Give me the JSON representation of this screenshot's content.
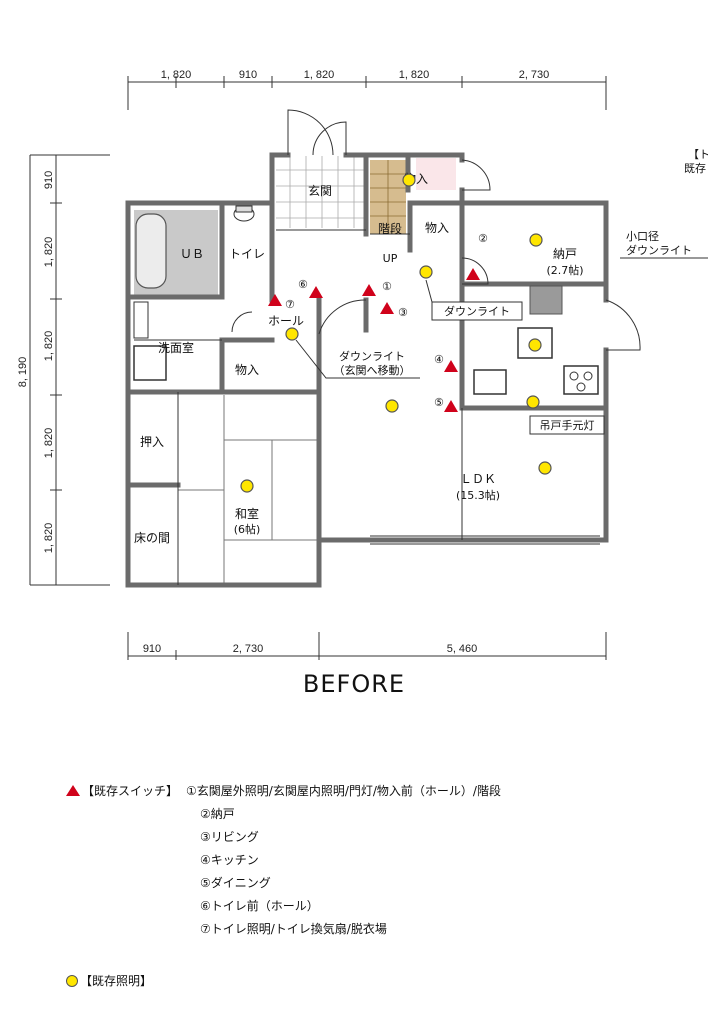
{
  "dimensions": {
    "top": [
      "1, 820",
      "910",
      "1, 820",
      "1, 820",
      "2, 730"
    ],
    "bottom": [
      "910",
      "2, 730",
      "5, 460"
    ],
    "left": [
      "910",
      "1, 820",
      "1, 820",
      "1, 820",
      "1, 820"
    ],
    "total": "8, 190"
  },
  "rooms": {
    "genkan": "玄関",
    "monoire_top": "物入",
    "kaidan": "階段",
    "up": "UP",
    "monoire_mid": "物入",
    "ub": "ＵＢ",
    "toilet": "トイレ",
    "nando": "納戸",
    "nando_size": "(2.7帖)",
    "hall": "ホール",
    "senmen": "洗面室",
    "monoire_low": "物入",
    "oshiire": "押入",
    "tokonoma": "床の間",
    "washitsu": "和室",
    "washitsu_size": "(6帖)",
    "ldk": "ＬＤＫ",
    "ldk_size": "(15.3帖)"
  },
  "annotations": {
    "downlight": "ダウンライト",
    "downlight_move_1": "ダウンライト",
    "downlight_move_2": "（玄関へ移動）",
    "pendant": "吊戸手元灯",
    "small_dl_1": "小口径",
    "small_dl_2": "ダウンライト",
    "edge_1": "【ト",
    "edge_2": "既存"
  },
  "switch_numbers": [
    "①",
    "②",
    "③",
    "④",
    "⑤",
    "⑥",
    "⑦"
  ],
  "title": "BEFORE",
  "legend": {
    "switch_header": "【既存スイッチ】",
    "items": [
      "①玄関屋外照明/玄関屋内照明/門灯/物入前（ホール）/階段",
      "②納戸",
      "③リビング",
      "④キッチン",
      "⑤ダイニング",
      "⑥トイレ前（ホール）",
      "⑦トイレ照明/トイレ換気扇/脱衣場"
    ],
    "light_header": "【既存照明】"
  },
  "colors": {
    "switch": "#d0021b",
    "light_fill": "#ffe600",
    "wall": "#6b6b6b",
    "stair": "#c8a66a",
    "ub_fill": "#c9c9c9"
  }
}
